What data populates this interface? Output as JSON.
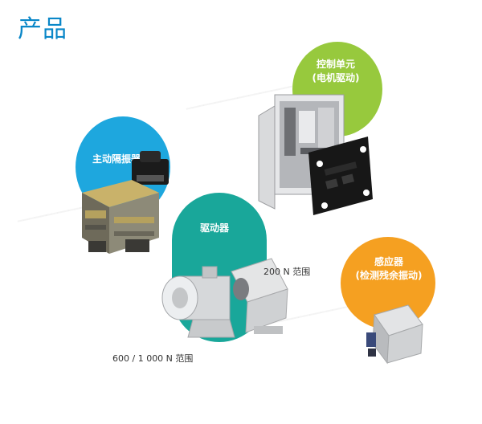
{
  "page": {
    "title": "产品"
  },
  "products": {
    "isolator": {
      "label": "主动隔振器",
      "color": "#1ea7de"
    },
    "controller": {
      "label_line1": "控制单元",
      "label_line2": "(电机驱动)",
      "color": "#97c93d"
    },
    "driver": {
      "label": "驱动器",
      "color": "#19a79a"
    },
    "sensor": {
      "label_line1": "感应器",
      "label_line2": "(检测残余振动)",
      "color": "#f5a021"
    }
  },
  "captions": {
    "small_range": "200 N 范围",
    "large_range": "600 / 1 000 N 范围"
  }
}
